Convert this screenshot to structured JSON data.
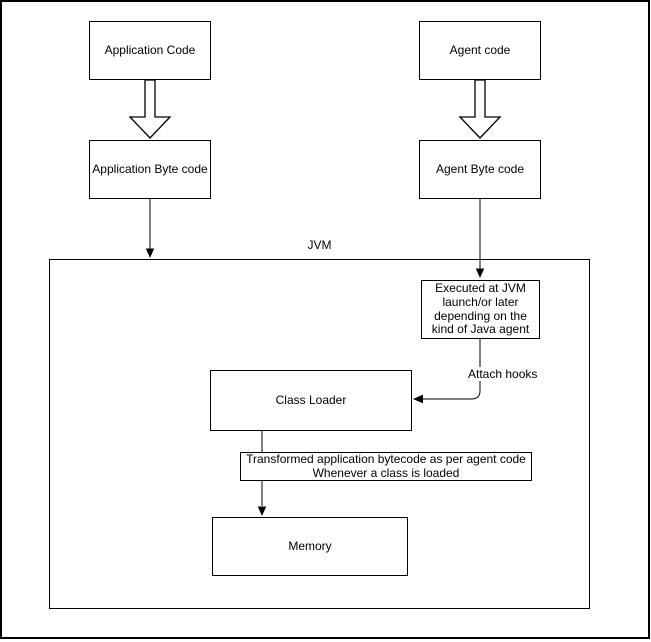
{
  "diagram": {
    "application_code_label": "Application Code",
    "agent_code_label": "Agent code",
    "application_byte_code_label": "Application Byte code",
    "agent_byte_code_label": "Agent Byte code",
    "jvm_label": "JVM",
    "executed_note_label": "Executed at JVM launch/or later depending on the kind of Java agent",
    "attach_hooks_label": "Attach hooks",
    "class_loader_label": "Class Loader",
    "transformed_label_line1": "Transformed application bytecode as per agent code",
    "transformed_label_line2": "Whenever a class is loaded",
    "memory_label": "Memory",
    "colors": {
      "stroke": "#000000",
      "background": "#ffffff",
      "text": "#000000"
    }
  }
}
